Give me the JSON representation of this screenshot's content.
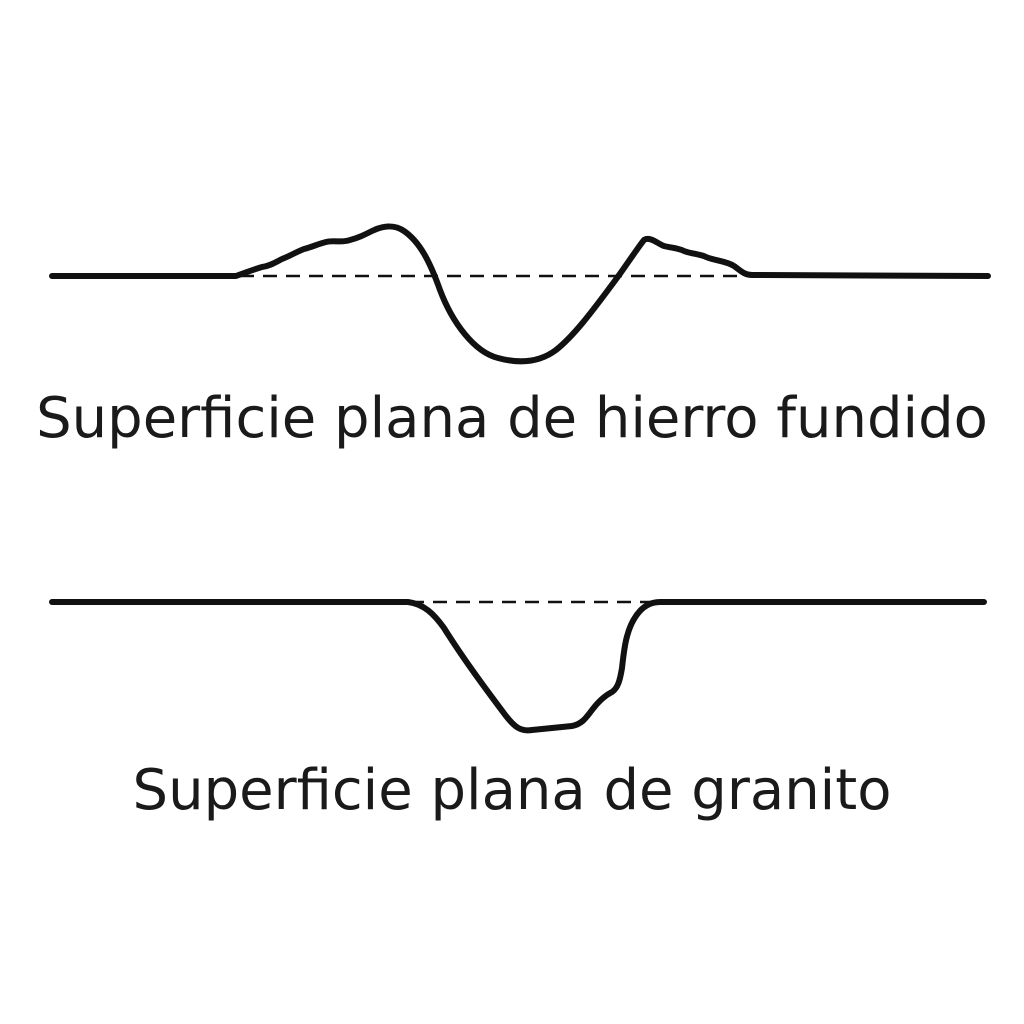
{
  "panels": [
    {
      "caption": "Superficie plana de hierro fundido",
      "profile": "raised-burr-edges-around-dent"
    },
    {
      "caption": "Superficie plana de granito",
      "profile": "clean-dent-no-raised-edges"
    }
  ],
  "colors": {
    "stroke": "#111111",
    "text": "#1a1a1a",
    "background": "#ffffff"
  }
}
